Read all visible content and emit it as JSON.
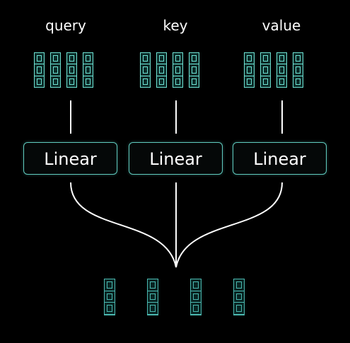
{
  "inputs": {
    "query_label": "query",
    "key_label": "key",
    "value_label": "value"
  },
  "linear_layers": {
    "query_label": "Linear",
    "key_label": "Linear",
    "value_label": "Linear"
  },
  "structure": {
    "vectors_per_input": 4,
    "cells_per_vector": 3,
    "output_vectors": 4
  },
  "colors": {
    "background": "#000000",
    "vector_outline": "#6fe3d4",
    "output_outline": "#4bb8b0",
    "box_border": "#5fc9bd",
    "text": "#ffffff",
    "connector": "#ffffff"
  }
}
